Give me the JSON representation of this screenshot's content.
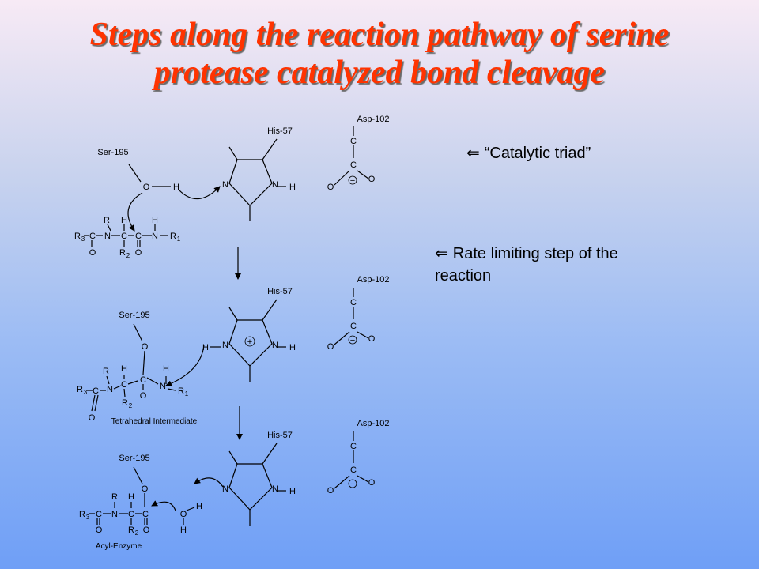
{
  "title": {
    "line1": "Steps along the reaction pathway of serine",
    "line2": "protease catalyzed bond cleavage"
  },
  "notes": {
    "arrow_glyph": "⇐",
    "catalytic_triad": "“Catalytic triad”",
    "rate_limiting": "Rate limiting step of the reaction"
  },
  "colors": {
    "title": "#ff3300"
  },
  "labels": {
    "ser": "Ser-195",
    "his": "His-57",
    "asp": "Asp-102",
    "tetrahedral": "Tetrahedral Intermediate",
    "acyl": "Acyl-Enzyme"
  },
  "atoms": {
    "N": "N",
    "H": "H",
    "O": "O",
    "C": "C",
    "R": "R",
    "minus": "−",
    "plus": "+"
  },
  "groups": {
    "R3": "R",
    "R3_sub": "3",
    "R2": "R",
    "R2_sub": "2",
    "R1": "R",
    "R1_sub": "1"
  }
}
